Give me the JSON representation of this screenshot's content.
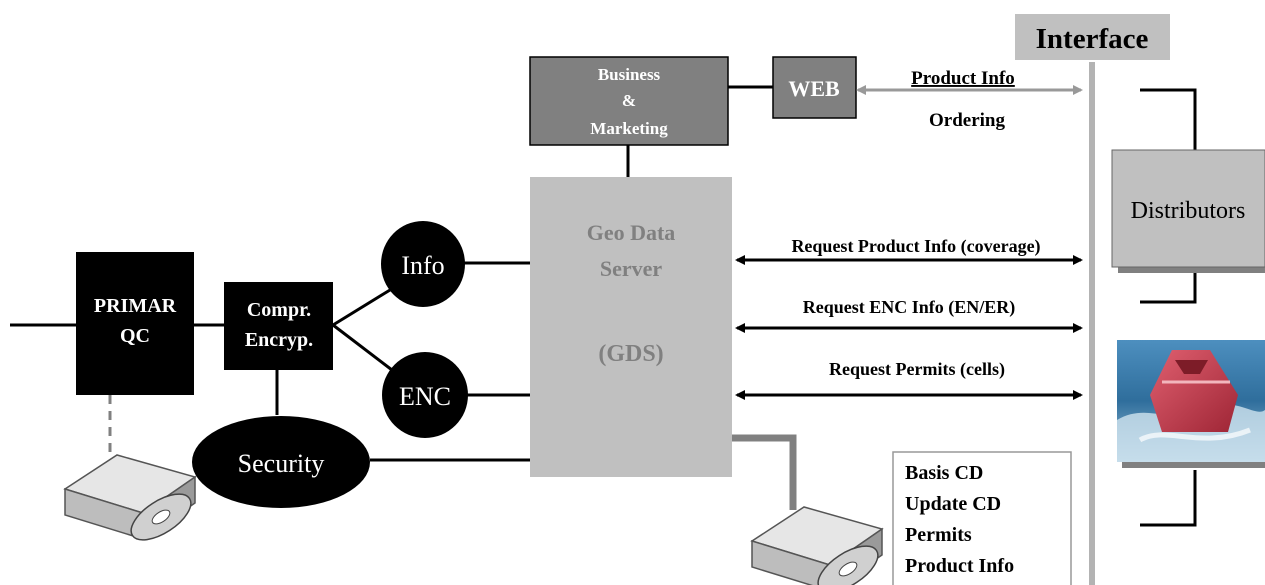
{
  "interface": {
    "label": "Interface"
  },
  "primar": {
    "line1": "PRIMAR",
    "line2": "QC"
  },
  "compr": {
    "line1": "Compr.",
    "line2": "Encryp."
  },
  "nodes": {
    "info": "Info",
    "enc": "ENC",
    "security": "Security"
  },
  "gds": {
    "line1": "Geo Data",
    "line2": "Server",
    "line3": "(GDS)"
  },
  "business": {
    "line1": "Business",
    "line2": "&",
    "line3": "Marketing"
  },
  "web": {
    "label": "WEB"
  },
  "web_link": {
    "line1": "Product Info",
    "line2": "Ordering"
  },
  "requests": [
    {
      "label": "Request Product Info (coverage)"
    },
    {
      "label": "Request ENC Info (EN/ER)"
    },
    {
      "label": "Request Permits (cells)"
    }
  ],
  "distributors": {
    "label": "Distributors"
  },
  "cd_list": {
    "items": [
      "Basis CD",
      "Update CD",
      "Permits",
      "Product Info"
    ]
  },
  "colors": {
    "dark": "#000000",
    "gds_fill": "#c0c0c0",
    "gds_text": "#808080",
    "business_fill": "#808080",
    "web_fill": "#808080",
    "distributors_fill": "#c0c0c0",
    "interface_bg": "#c0c0c0",
    "ship_sea": "#3e7aa6",
    "ship_hull": "#c0394a"
  }
}
